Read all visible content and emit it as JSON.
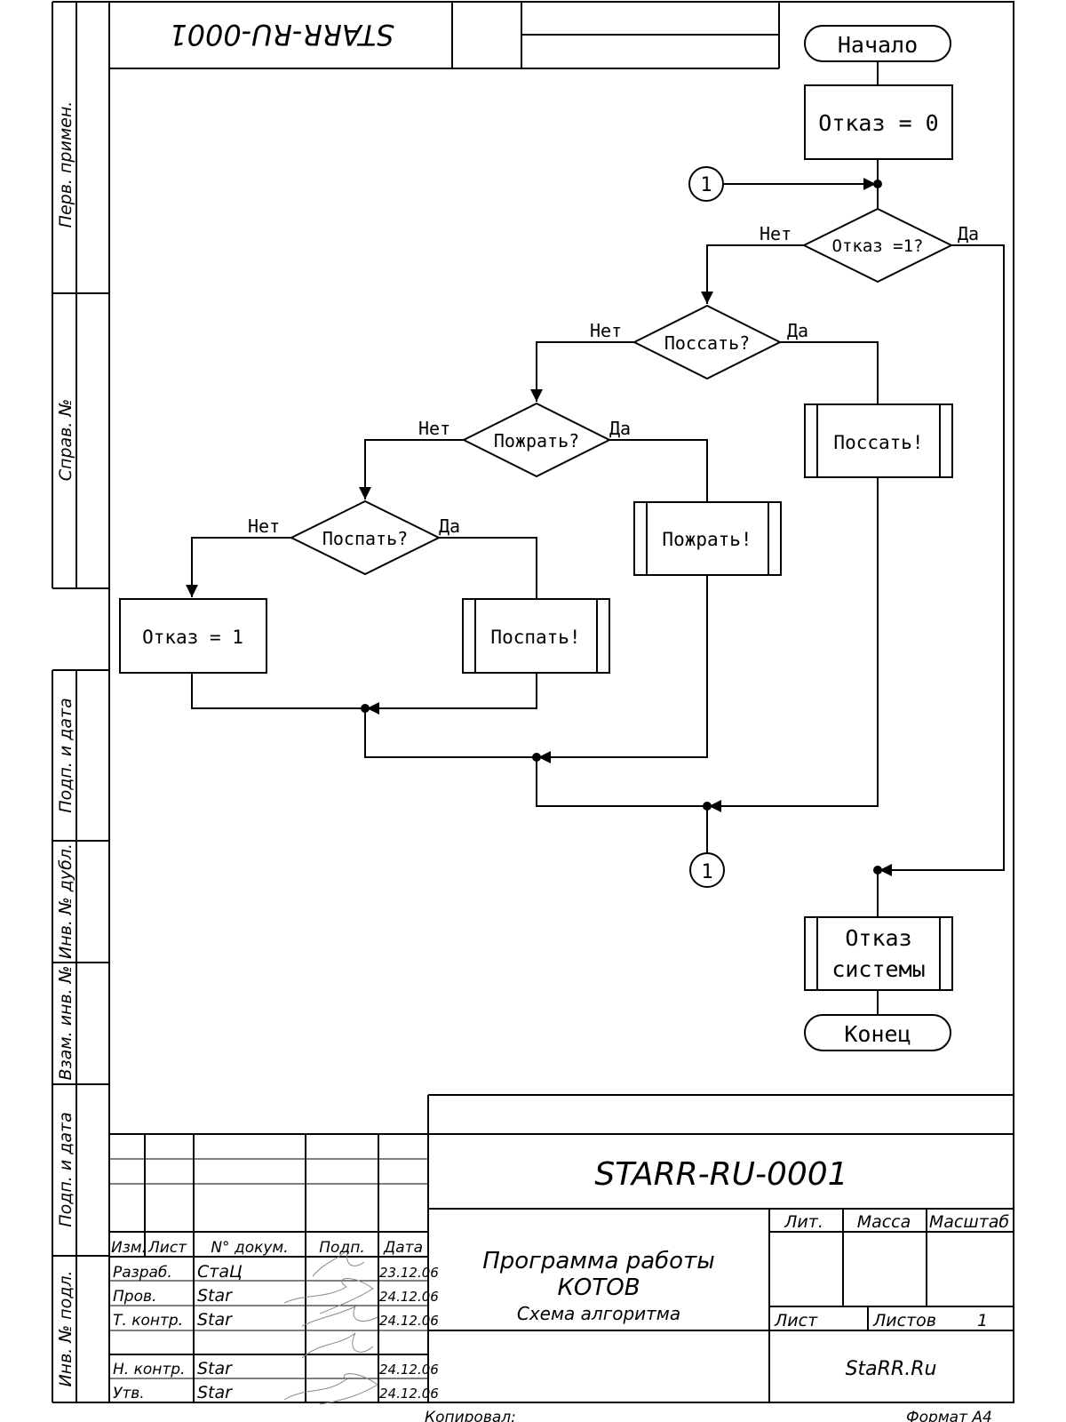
{
  "drawing": {
    "code": "STARR-RU-0001",
    "code_mirrored": "STARR-RU-0001",
    "title_line1": "Программа работы",
    "title_line2": "КОТОВ",
    "doc_type": "Схема алгоритма",
    "org": "StaRR.Ru",
    "copied_by": "Копировал:",
    "format": "Формат  А4"
  },
  "side_strip": {
    "perv_primen": "Перв. примен.",
    "sprav_no": "Справ. №",
    "podp_data_1": "Подп. и дата",
    "inv_dubl": "Инв. № дубл.",
    "vzam_inv": "Взам. инв. №",
    "podp_data_2": "Подп. и дата",
    "inv_podl": "Инв. № подл."
  },
  "title_block": {
    "headers": {
      "izm": "Изм.",
      "list": "Лист",
      "doc_no": "N° докум.",
      "podp": "Подп.",
      "date": "Дата"
    },
    "rows": [
      {
        "role": "Разраб.",
        "name": "СтаЦ",
        "date": "23.12.06"
      },
      {
        "role": "Пров.",
        "name": "Star",
        "date": "24.12.06"
      },
      {
        "role": "Т. контр.",
        "name": "Star",
        "date": "24.12.06"
      },
      {
        "role": "Н. контр.",
        "name": "Star",
        "date": "24.12.06"
      },
      {
        "role": "Утв.",
        "name": "Star",
        "date": "24.12.06"
      }
    ],
    "lit": "Лит.",
    "mass": "Масса",
    "scale": "Масштаб",
    "sheet": "Лист",
    "sheets": "Листов",
    "sheets_value": "1"
  },
  "flowchart": {
    "start": "Начало",
    "init": "Отказ = 0",
    "connector_label": "1",
    "decision_main": "Отказ =1?",
    "decision_1": "Поссать?",
    "decision_2": "Пожрать?",
    "decision_3": "Поспать?",
    "action_1": "Поссать!",
    "action_2": "Пожрать!",
    "action_3": "Поспать!",
    "set_fail": "Отказ = 1",
    "fail_line1": "Отказ",
    "fail_line2": "системы",
    "end": "Конец",
    "yes": "Да",
    "no": "Нет"
  }
}
